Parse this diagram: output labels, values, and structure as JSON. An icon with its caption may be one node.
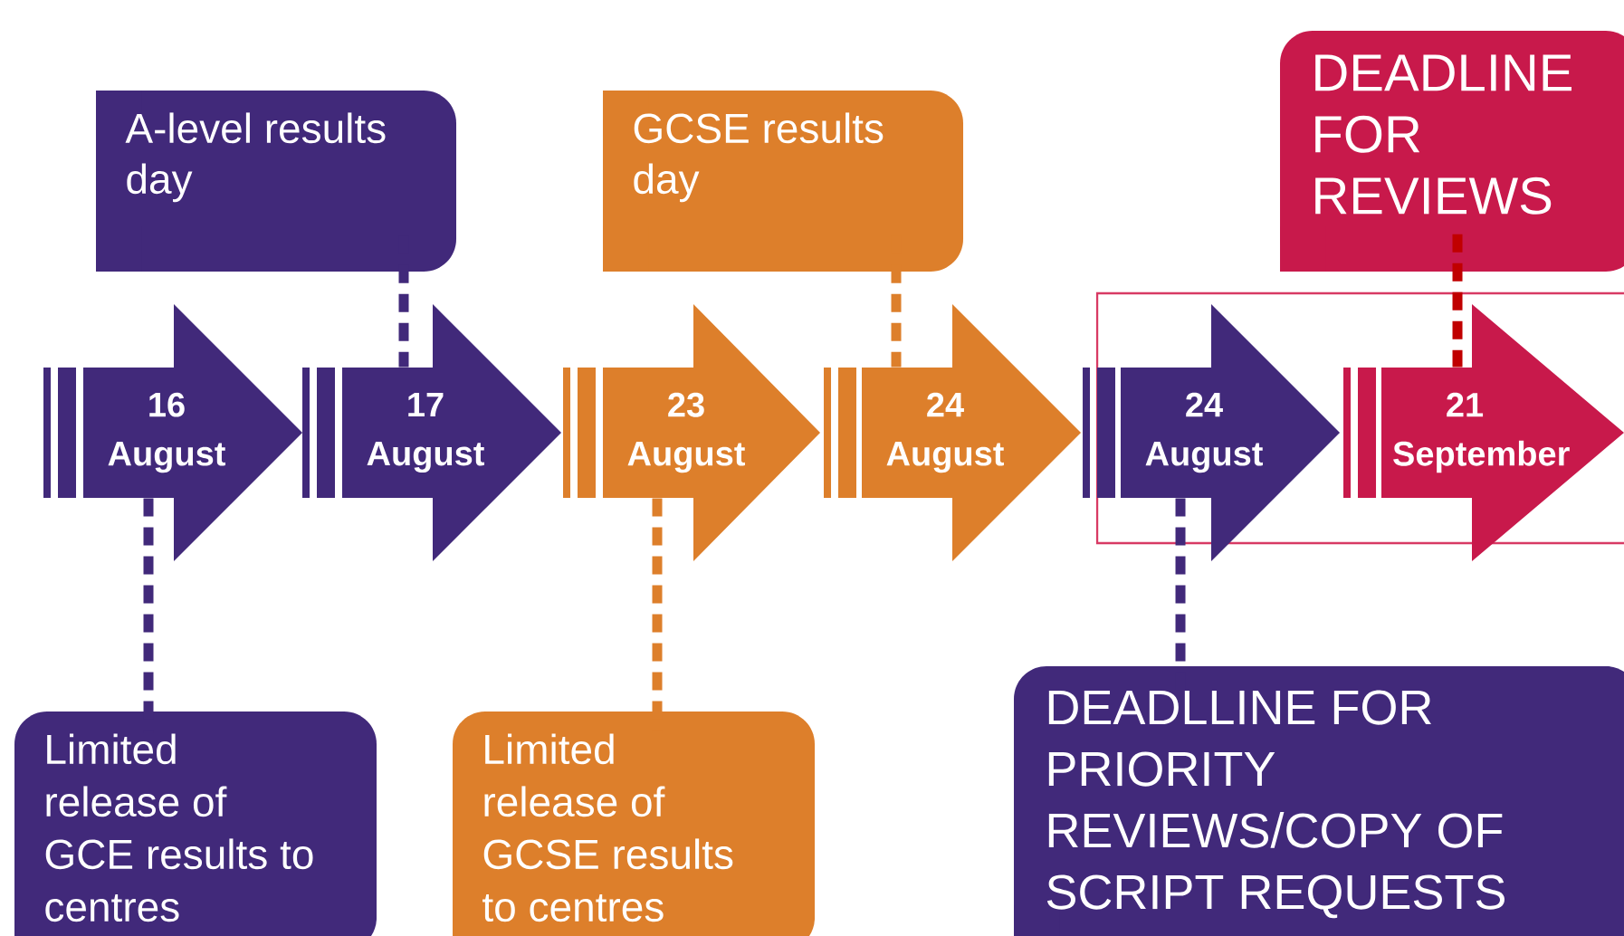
{
  "diagram": {
    "nodes": [
      {
        "text": [
          "A-level results day"
        ]
      },
      {
        "text": [
          "GCSE results day"
        ]
      },
      {
        "text": [
          "DEADLINE FOR REVIEWS"
        ]
      },
      {
        "text": [
          "16 August"
        ]
      },
      {
        "text": [
          "17 August"
        ]
      },
      {
        "text": [
          "23 August"
        ]
      },
      {
        "text": [
          "24 August"
        ]
      },
      {
        "text": [
          "24 August"
        ]
      },
      {
        "text": [
          "21 September"
        ]
      },
      {
        "text": [
          "Limited release of GCE results to centres"
        ]
      },
      {
        "text": [
          "Limited release of GCSE results to centres"
        ]
      },
      {
        "text": [
          "DEADLLINE FOR PRIORITY REVIEWS/COPY OF SCRIPT REQUESTS"
        ]
      }
    ],
    "edges": [
      {
        "from": 0,
        "to": 4,
        "arrow": "none",
        "style": "dashed",
        "color": "#41297a"
      },
      {
        "from": 1,
        "to": 6,
        "arrow": "none",
        "style": "dashed",
        "color": "#dd7f2b"
      },
      {
        "from": 2,
        "to": 8,
        "arrow": "none",
        "style": "dashed",
        "color": "#c00000"
      },
      {
        "from": 3,
        "to": 9,
        "arrow": "none",
        "style": "dashed",
        "color": "#41297a"
      },
      {
        "from": 5,
        "to": 10,
        "arrow": "none",
        "style": "dashed",
        "color": "#dd7f2b"
      },
      {
        "from": 7,
        "to": 11,
        "arrow": "none",
        "style": "dashed",
        "color": "#41297a"
      }
    ]
  }
}
